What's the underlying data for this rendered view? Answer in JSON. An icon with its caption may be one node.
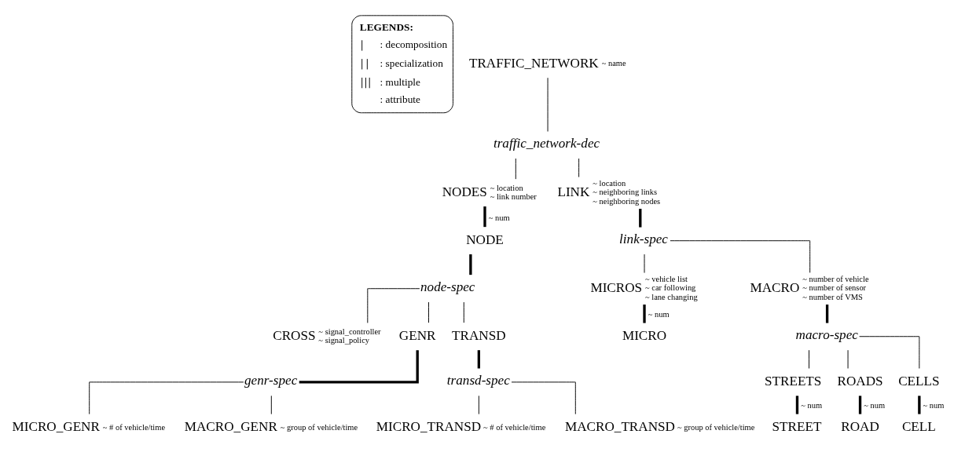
{
  "diagram": {
    "nodes": [
      {
        "text": [
          "TRAFFIC_NETWORK"
        ],
        "beside": [
          "~ name"
        ]
      },
      {
        "text": [
          "traffic_network-dec"
        ]
      },
      {
        "text": [
          "NODES"
        ],
        "beside": [
          "~ location",
          "~ link number"
        ]
      },
      {
        "text": [
          "NODE"
        ]
      },
      {
        "text": [
          "node-spec"
        ]
      },
      {
        "text": [
          "CROSS"
        ],
        "beside": [
          "~ signal_controller",
          "~ signal_policy"
        ]
      },
      {
        "text": [
          "GENR"
        ]
      },
      {
        "text": [
          "genr-spec"
        ]
      },
      {
        "text": [
          "MICRO_GENR"
        ],
        "beside": [
          "~ # of vehicle/time"
        ]
      },
      {
        "text": [
          "MACRO_GENR"
        ],
        "beside": [
          "~ group of vehicle/time"
        ]
      },
      {
        "text": [
          "TRANSD"
        ]
      },
      {
        "text": [
          "transd-spec"
        ]
      },
      {
        "text": [
          "MICRO_TRANSD"
        ],
        "beside": [
          "~ # of vehicle/time"
        ]
      },
      {
        "text": [
          "MACRO_TRANSD"
        ],
        "beside": [
          "~ group of vehicle/time"
        ]
      },
      {
        "text": [
          "LINK"
        ],
        "beside": [
          "~ location",
          "~ neighboring links",
          "~ neighboring nodes"
        ]
      },
      {
        "text": [
          "link-spec"
        ]
      },
      {
        "text": [
          "MICROS"
        ],
        "beside": [
          "~ vehicle list",
          "~ car following",
          "~ lane changing"
        ]
      },
      {
        "text": [
          "MICRO"
        ]
      },
      {
        "text": [
          "MACRO"
        ],
        "beside": [
          "~ number of vehicle",
          "~ number of sensor",
          "~ number of VMS"
        ]
      },
      {
        "text": [
          "macro-spec"
        ]
      },
      {
        "text": [
          "STREETS"
        ]
      },
      {
        "text": [
          "STREET"
        ]
      },
      {
        "text": [
          "ROADS"
        ]
      },
      {
        "text": [
          "ROAD"
        ]
      },
      {
        "text": [
          "CELLS"
        ]
      },
      {
        "text": [
          "CELL"
        ]
      }
    ],
    "edges": [
      {
        "from": 0,
        "to": 1,
        "arrow": "none"
      },
      {
        "from": 1,
        "to": 2,
        "arrow": "none"
      },
      {
        "from": 1,
        "to": 14,
        "arrow": "none"
      },
      {
        "from": 2,
        "to": 3,
        "arrow": "none",
        "style": "thick",
        "label": "~ num"
      },
      {
        "from": 3,
        "to": 4,
        "arrow": "none",
        "style": "thick"
      },
      {
        "from": 4,
        "to": 5,
        "arrow": "none"
      },
      {
        "from": 4,
        "to": 6,
        "arrow": "none"
      },
      {
        "from": 4,
        "to": 10,
        "arrow": "none"
      },
      {
        "from": 6,
        "to": 7,
        "arrow": "none",
        "style": "thick"
      },
      {
        "from": 7,
        "to": 8,
        "arrow": "none"
      },
      {
        "from": 7,
        "to": 9,
        "arrow": "none"
      },
      {
        "from": 10,
        "to": 11,
        "arrow": "none",
        "style": "thick"
      },
      {
        "from": 11,
        "to": 12,
        "arrow": "none"
      },
      {
        "from": 11,
        "to": 13,
        "arrow": "none"
      },
      {
        "from": 14,
        "to": 15,
        "arrow": "none",
        "style": "thick"
      },
      {
        "from": 15,
        "to": 16,
        "arrow": "none"
      },
      {
        "from": 15,
        "to": 18,
        "arrow": "none"
      },
      {
        "from": 16,
        "to": 17,
        "arrow": "none",
        "style": "thick",
        "label": "~ num"
      },
      {
        "from": 18,
        "to": 19,
        "arrow": "none",
        "style": "thick"
      },
      {
        "from": 19,
        "to": 20,
        "arrow": "none"
      },
      {
        "from": 19,
        "to": 22,
        "arrow": "none"
      },
      {
        "from": 19,
        "to": 24,
        "arrow": "none"
      },
      {
        "from": 20,
        "to": 21,
        "arrow": "none",
        "style": "thick",
        "label": "~ num"
      },
      {
        "from": 22,
        "to": 23,
        "arrow": "none",
        "style": "thick",
        "label": "~ num"
      },
      {
        "from": 24,
        "to": 25,
        "arrow": "none",
        "style": "thick",
        "label": "~ num"
      }
    ],
    "labels": [
      "LEGENDS:"
    ],
    "legend": [
      {
        "text": ": decomposition"
      },
      {
        "text": ": specialization"
      },
      {
        "text": ": multiple"
      },
      {
        "text": ": attribute"
      }
    ]
  }
}
